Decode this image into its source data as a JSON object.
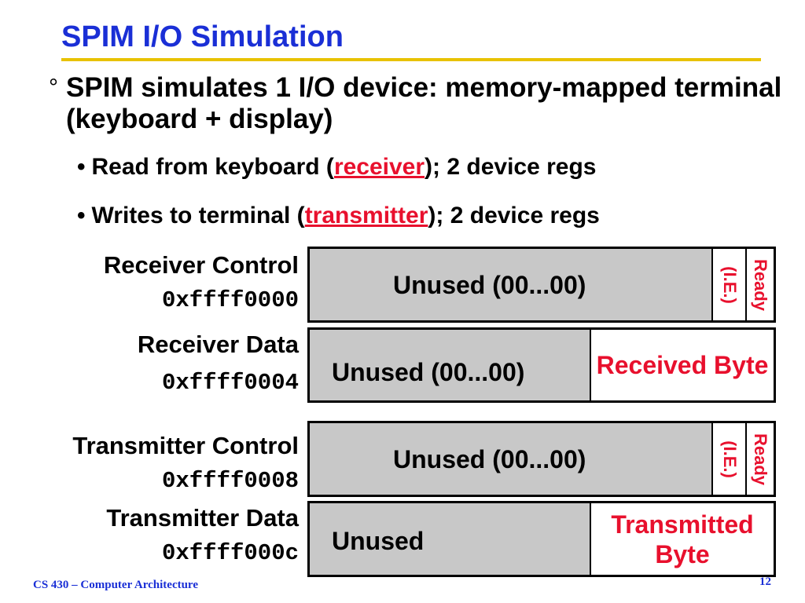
{
  "slide": {
    "title": "SPIM I/O Simulation",
    "bullet_main": "SPIM simulates 1 I/O device: memory-mapped terminal (keyboard + display)",
    "sub1_pre": "Read from keyboard (",
    "sub1_link": "receiver",
    "sub1_post": "); 2 device regs",
    "sub2_pre": "Writes to terminal (",
    "sub2_link": "transmitter",
    "sub2_post": "); 2 device regs"
  },
  "registers": {
    "recv_ctrl": {
      "label": "Receiver Control",
      "address": "0xffff0000",
      "unused": "Unused (00...00)",
      "ie": "(I.E.)",
      "ready": "Ready"
    },
    "recv_data": {
      "label": "Receiver Data",
      "address": "0xffff0004",
      "unused": "Unused (00...00)",
      "byte": "Received Byte"
    },
    "trans_ctrl": {
      "label": "Transmitter Control",
      "address": "0xffff0008",
      "unused": "Unused (00...00)",
      "ie": "(I.E.)",
      "ready": "Ready"
    },
    "trans_data": {
      "label": "Transmitter Data",
      "address": "0xffff000c",
      "unused": "Unused",
      "byte": "Transmitted Byte"
    }
  },
  "footer": {
    "course": "CS 430 – Computer Architecture",
    "page": "12"
  }
}
